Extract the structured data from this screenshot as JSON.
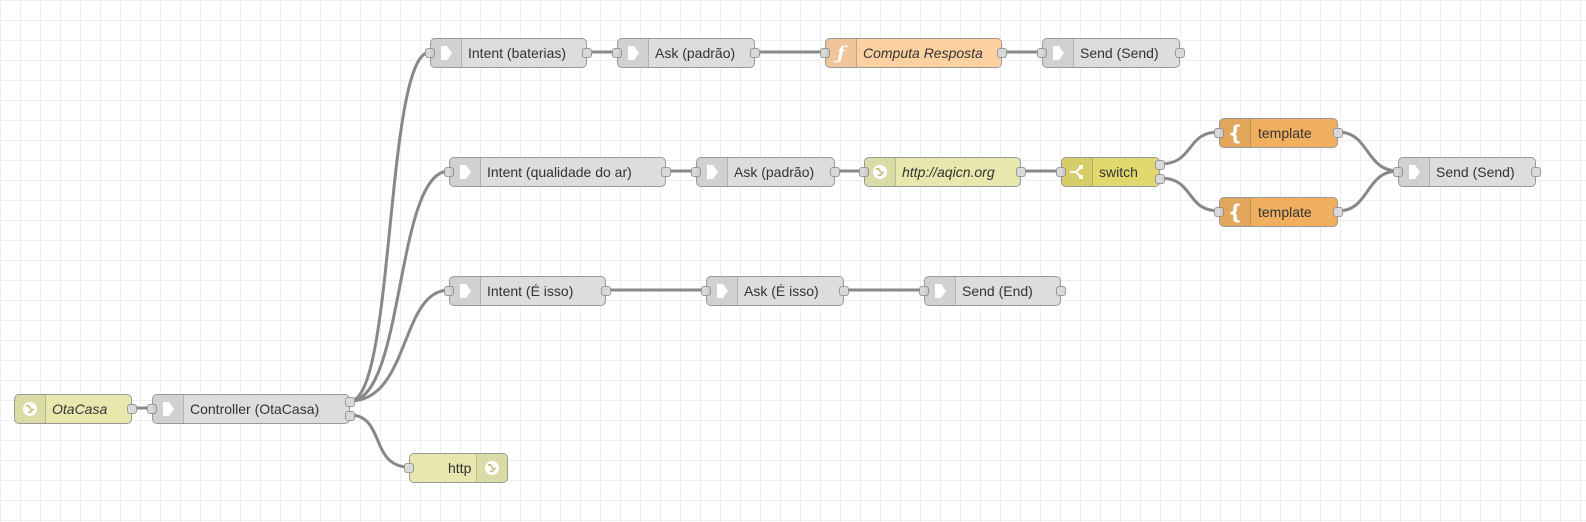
{
  "colors": {
    "link_node": "#dddddd",
    "http_node": "#e7e7ae",
    "function_node": "#fdd0a2",
    "switch_node": "#e2d96e",
    "template_node": "#f0b060",
    "wire": "#888888",
    "grid": "#eeeeee"
  },
  "nodes": {
    "otacasa": {
      "label": "OtaCasa",
      "icon": "globe-icon"
    },
    "controller": {
      "label": "Controller (OtaCasa)",
      "icon": "arrow-icon"
    },
    "http_out": {
      "label": "http",
      "icon": "globe-icon"
    },
    "intent_baterias": {
      "label": "Intent (baterias)",
      "icon": "arrow-icon"
    },
    "ask1": {
      "label": "Ask (padrão)",
      "icon": "arrow-icon"
    },
    "computa": {
      "label": "Computa Resposta",
      "icon": "function-icon"
    },
    "send1": {
      "label": "Send (Send)",
      "icon": "arrow-icon"
    },
    "intent_qualidade": {
      "label": "Intent (qualidade do ar)",
      "icon": "arrow-icon"
    },
    "ask2": {
      "label": "Ask (padrão)",
      "icon": "arrow-icon"
    },
    "http_req": {
      "label": "http://aqicn.org",
      "icon": "globe-icon"
    },
    "switch": {
      "label": "switch",
      "icon": "switch-icon"
    },
    "template1": {
      "label": "template",
      "icon": "template-icon"
    },
    "template2": {
      "label": "template",
      "icon": "template-icon"
    },
    "send2": {
      "label": "Send (Send)",
      "icon": "arrow-icon"
    },
    "intent_isso": {
      "label": "Intent (É isso)",
      "icon": "arrow-icon"
    },
    "ask3": {
      "label": "Ask (É isso)",
      "icon": "arrow-icon"
    },
    "send_end": {
      "label": "Send (End)",
      "icon": "arrow-icon"
    }
  }
}
